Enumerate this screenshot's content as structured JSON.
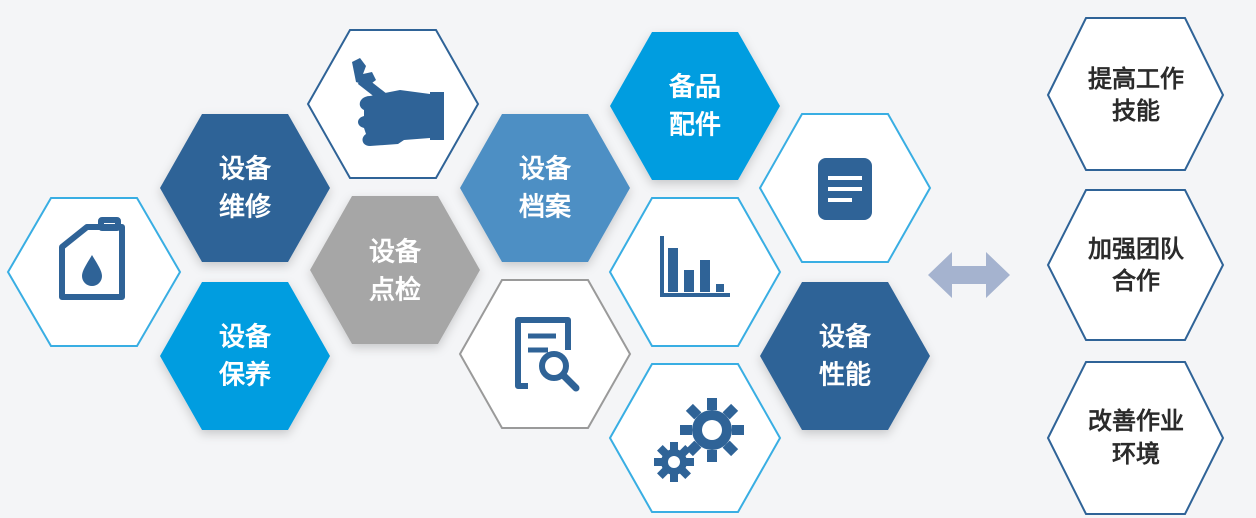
{
  "colors": {
    "background": "#f4f5f7",
    "dark_blue": "#2f6397",
    "bright_blue": "#009de0",
    "mid_blue": "#4d8fc4",
    "gray": "#a6a6a6",
    "outline_light_blue": "#39aee3",
    "outline_dark_blue": "#2f6397",
    "outline_gray": "#9a9a9a",
    "right_outline": "#2f6397",
    "arrow": "#a5b3cf"
  },
  "hexes": {
    "maintenance": {
      "line1": "设备",
      "line2": "维修"
    },
    "upkeep": {
      "line1": "设备",
      "line2": "保养"
    },
    "inspection": {
      "line1": "设备",
      "line2": "点检"
    },
    "archive": {
      "line1": "设备",
      "line2": "档案"
    },
    "spare_parts": {
      "line1": "备品",
      "line2": "配件"
    },
    "performance": {
      "line1": "设备",
      "line2": "性能"
    }
  },
  "icons": {
    "oil_can": "oil-can-icon",
    "wrench_hand": "wrench-hand-icon",
    "document_search": "document-search-icon",
    "bar_chart": "bar-chart-icon",
    "document": "document-icon",
    "gears": "gears-icon",
    "double_arrow": "double-arrow-icon"
  },
  "benefits": [
    {
      "line1": "提高工作",
      "line2": "技能"
    },
    {
      "line1": "加强团队",
      "line2": "合作"
    },
    {
      "line1": "改善作业",
      "line2": "环境"
    }
  ]
}
